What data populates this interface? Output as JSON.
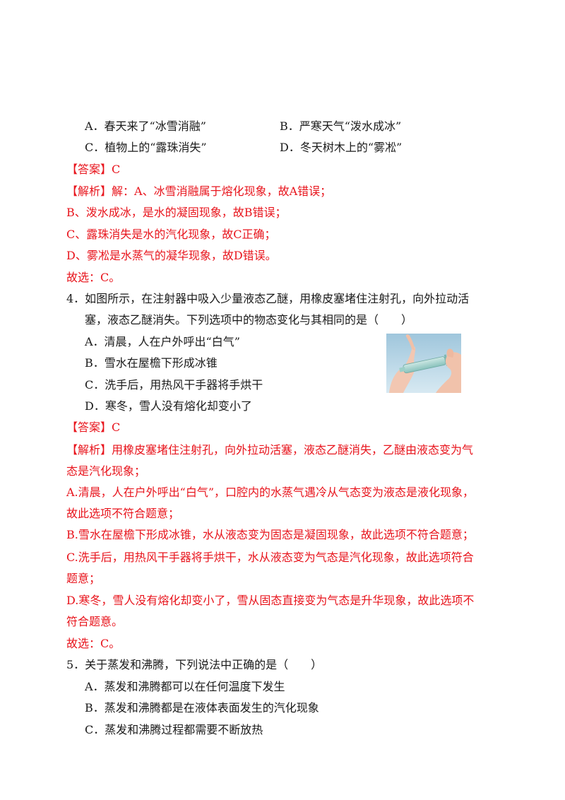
{
  "q3": {
    "optA": "A．春天来了“冰雪消融”",
    "optB": "B．严寒天气“泼水成冰”",
    "optC": "C．植物上的“露珠消失”",
    "optD": "D．冬天树木上的“雾凇”",
    "answer_tag": "【答案】",
    "answer": "C",
    "analysis_tag": "【解析】",
    "analysis1": "解：A、冰雪消融属于熔化现象，故A错误；",
    "analysis2": "B、泼水成冰，是水的凝固现象，故B错误；",
    "analysis3": "C、露珠消失是水的汽化现象，故C正确；",
    "analysis4": "D、雾凇是水蒸气的凝华现象，故D错误。",
    "choose": "故选：C。"
  },
  "q4": {
    "stem1": "4．如图所示，在注射器中吸入少量液态乙醚，用橡皮塞堵住注射孔，向外拉动活",
    "stem2": "塞，液态乙醚消失。下列选项中的物态变化与其相同的是（　　）",
    "optA": "A．清晨，人在户外呼出“白气”",
    "optB": "B．雪水在屋檐下形成冰锥",
    "optC": "C．洗手后，用热风干手器将手烘干",
    "optD": "D．寒冬，雪人没有熔化却变小了",
    "answer_tag": "【答案】",
    "answer": "C",
    "analysis_tag": "【解析】",
    "a1": "用橡皮塞堵住注射孔，向外拉动活塞，液态乙醚消失，乙醚由液态变为气",
    "a2": "态是汽化现象；",
    "a3": "A.清晨，人在户外呼出“白气”，口腔内的水蒸气遇冷从气态变为液态是液化现象，",
    "a4": "故此选项不符合题意；",
    "a5": "B.雪水在屋檐下形成冰锥，水从液态变为固态是凝固现象，故此选项不符合题意；",
    "a6": "C.洗手后，用热风干手器将手烘干，水从液态变为气态是汽化现象，故此选项符合",
    "a7": "题意；",
    "a8": "D.寒冬，雪人没有熔化却变小了，雪从固态直接变为气态是升华现象，故此选项不",
    "a9": "符合题意。",
    "choose": "故选：C。"
  },
  "q5": {
    "stem": "5．关于蒸发和沸腾，下列说法中正确的是（　　）",
    "optA": "A．蒸发和沸腾都可以在任何温度下发生",
    "optB": "B．蒸发和沸腾都是在液体表面发生的汽化现象",
    "optC": "C．蒸发和沸腾过程都需要不断放热"
  },
  "colors": {
    "answer_red": "#e8141c",
    "text": "#1a1a1a"
  }
}
